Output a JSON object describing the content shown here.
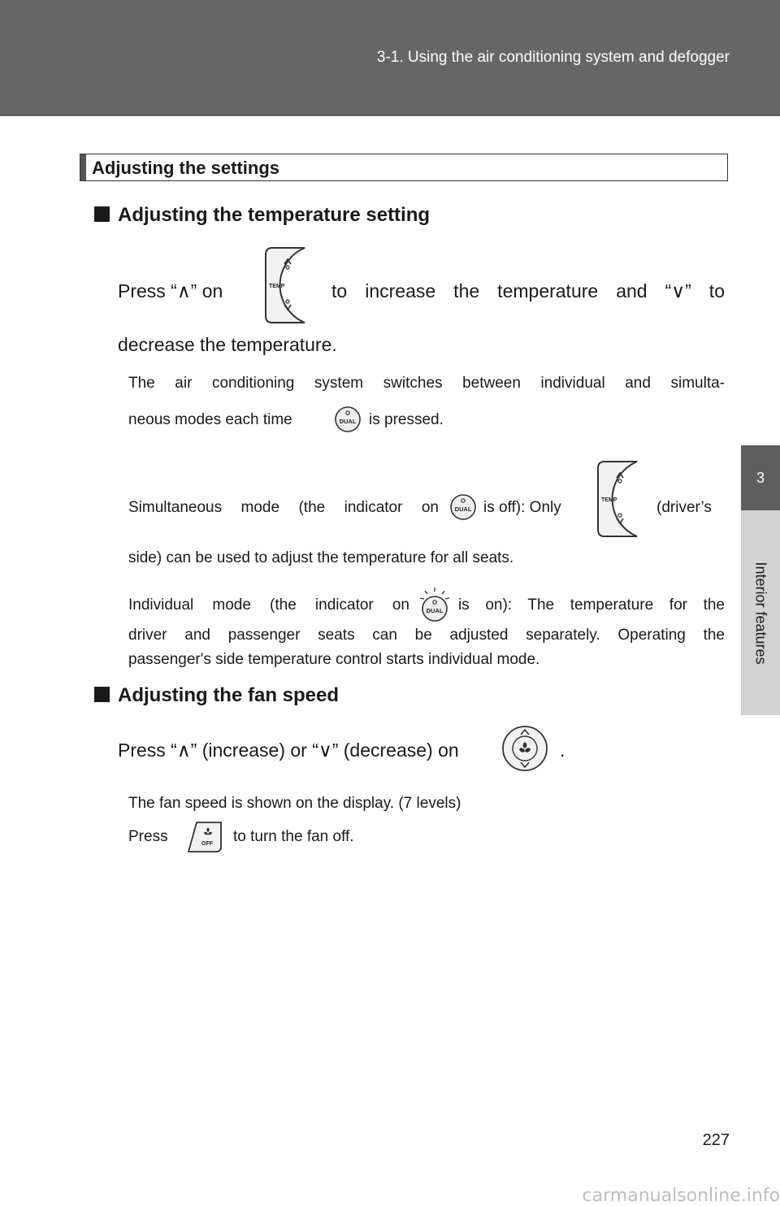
{
  "header": {
    "breadcrumb": "3-1. Using the air conditioning system and defogger"
  },
  "side_tab": {
    "number": "3",
    "label": "Interior features"
  },
  "section": {
    "title": "Adjusting the settings"
  },
  "temperature": {
    "heading": "Adjusting the temperature setting",
    "press_a": "Press “∧” on",
    "press_b": "to increase the temperature and “∨” to",
    "press_c": "decrease the temperature.",
    "note1_a": "The air conditioning system switches between individual and simulta-",
    "note1_b": "neous modes each time",
    "note1_c": "is pressed.",
    "note2_a": "Simultaneous mode (the indicator on",
    "note2_b": "is off): Only",
    "note2_c": "(driver’s",
    "note2_d": "side) can be used to adjust the temperature for all seats.",
    "note3_a": "Individual mode (the indicator on",
    "note3_b": "is on): The temperature for the",
    "note3_c": "driver and passenger seats can be adjusted separately. Operating the",
    "note3_d": "passenger's side temperature control starts individual mode."
  },
  "fan": {
    "heading": "Adjusting the fan speed",
    "press_a": "Press “∧” (increase) or “∨” (decrease) on",
    "press_b": ".",
    "note1": "The fan speed is shown on the display. (7 levels)",
    "note2_a": "Press",
    "note2_b": "to turn the fan off."
  },
  "icons": {
    "temp_label": "TEMP",
    "dual_label": "DUAL",
    "off_label": "OFF"
  },
  "page_number": "227",
  "watermark": "carmanualsonline.info"
}
